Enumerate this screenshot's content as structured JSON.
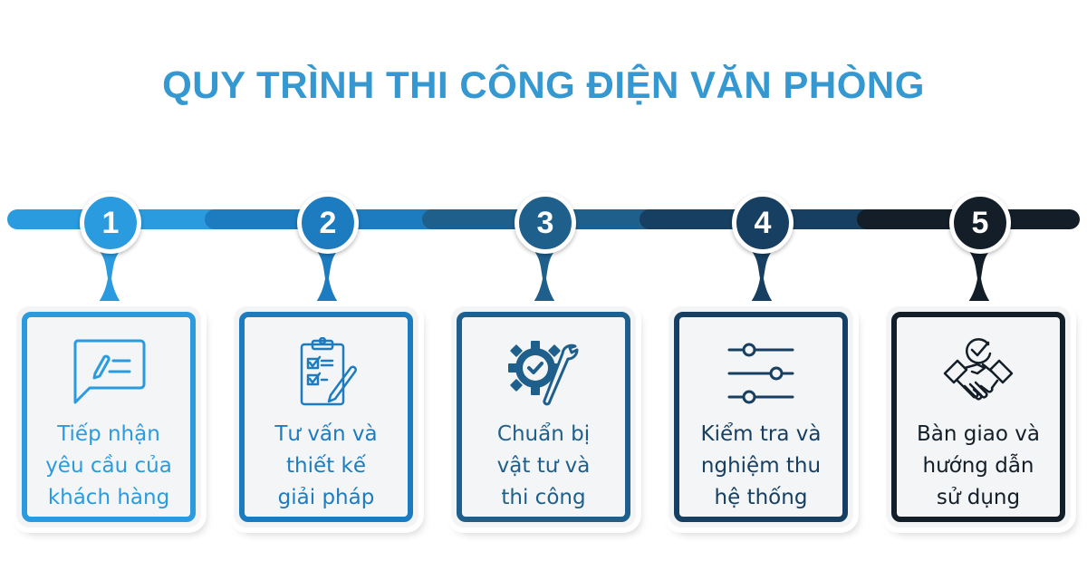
{
  "title": "QUY TRÌNH THI CÔNG ĐIỆN VĂN PHÒNG",
  "colors": {
    "title": "#3598d0",
    "step1": "#2b9be0",
    "step2": "#1d7cbf",
    "step3": "#1f5f8b",
    "step4": "#173f61",
    "step5": "#131e29"
  },
  "steps": [
    {
      "number": "1",
      "icon": "chat-edit-icon",
      "lines": [
        "Tiếp nhận",
        "yêu cầu của",
        "khách hàng"
      ]
    },
    {
      "number": "2",
      "icon": "clipboard-checklist-icon",
      "lines": [
        "Tư vấn và",
        "thiết kế",
        "giải pháp"
      ]
    },
    {
      "number": "3",
      "icon": "gear-wrench-icon",
      "lines": [
        "Chuẩn bị",
        "vật tư và",
        "thi công"
      ]
    },
    {
      "number": "4",
      "icon": "sliders-icon",
      "lines": [
        "Kiểm tra và",
        "nghiệm thu",
        "hệ thống"
      ]
    },
    {
      "number": "5",
      "icon": "handshake-check-icon",
      "lines": [
        "Bàn giao và",
        "hướng dẫn",
        "sử dụng"
      ]
    }
  ]
}
